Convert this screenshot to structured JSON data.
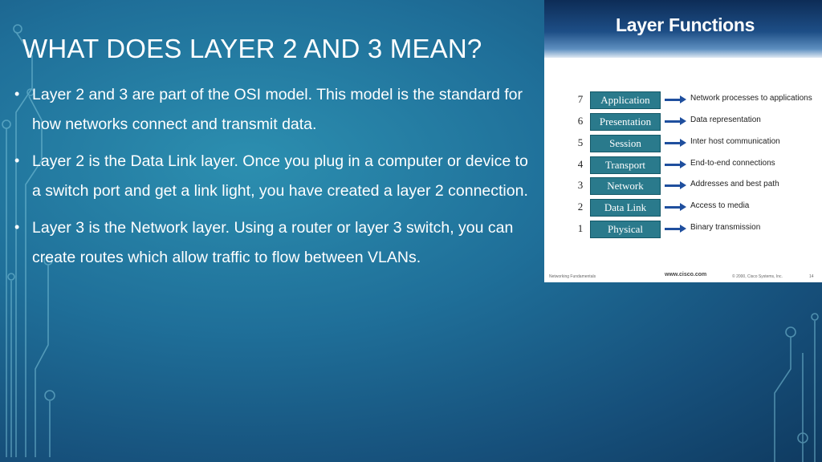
{
  "slide": {
    "title": "WHAT DOES LAYER 2 AND 3 MEAN?",
    "bullets": [
      "Layer 2 and 3 are part of the OSI model.  This model is the standard for how networks connect and transmit data.",
      "Layer 2 is the Data Link layer.  Once you plug in a computer or device to a switch port and get a link light, you have created a layer 2 connection.",
      "Layer 3 is the Network layer.  Using a router or layer 3 switch, you can create routes which allow traffic to flow between VLANs."
    ],
    "bullet_symbol": "•"
  },
  "figure": {
    "title": "Layer Functions",
    "layers": [
      {
        "number": "7",
        "name": "Application",
        "function": "Network processes to applications"
      },
      {
        "number": "6",
        "name": "Presentation",
        "function": "Data representation"
      },
      {
        "number": "5",
        "name": "Session",
        "function": "Inter host communication"
      },
      {
        "number": "4",
        "name": "Transport",
        "function": "End-to-end connections"
      },
      {
        "number": "3",
        "name": "Network",
        "function": "Addresses and best path"
      },
      {
        "number": "2",
        "name": "Data Link",
        "function": "Access to media"
      },
      {
        "number": "1",
        "name": "Physical",
        "function": "Binary transmission"
      }
    ],
    "footer": {
      "left": "Networking Fundamentals",
      "center": "www.cisco.com",
      "right": "© 2000, Cisco Systems, Inc.",
      "page": "14"
    }
  },
  "colors": {
    "background": "#1f6f99",
    "layer_box": "#2a7a8c",
    "arrow": "#1f4f9e",
    "circuit": "#7fc6dc"
  }
}
